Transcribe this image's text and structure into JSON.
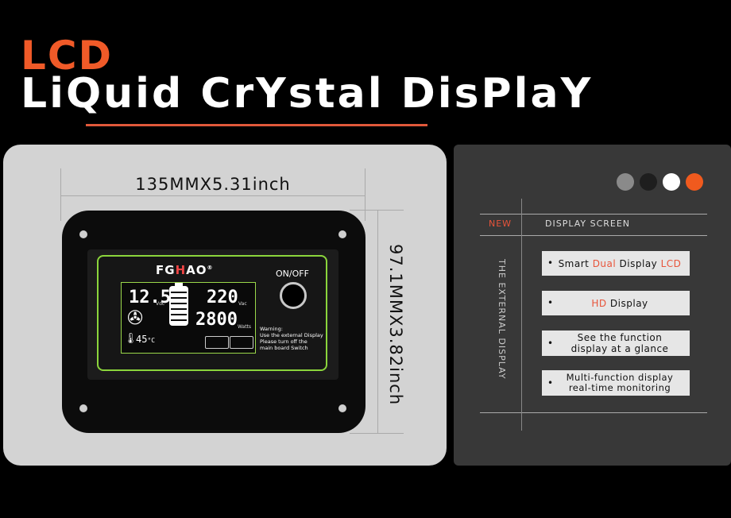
{
  "header": {
    "lcd_label": "LCD",
    "title": "LiQuid CrYstal DisPlaY"
  },
  "dimensions": {
    "width_label": "135MMX5.31inch",
    "height_label": "97.1MMX3.82inch"
  },
  "device": {
    "brand_prefix": "FG",
    "brand_h": "H",
    "brand_suffix": "AO",
    "brand_reg": "®",
    "onoff_label": "ON/OFF",
    "lcd": {
      "voltage_dc": "12.5",
      "voltage_dc_unit": "Vdc",
      "voltage_ac": "220",
      "voltage_ac_unit": "Vac",
      "watts": "2800",
      "watts_unit": "Watts",
      "temperature": "45",
      "temperature_unit": "°C"
    },
    "warning": {
      "line1": "Warning:",
      "line2": "Use the external Display",
      "line3": "Please turn off the",
      "line4": "main board Switch"
    }
  },
  "panel": {
    "swatch_colors": [
      "#8a8a8a",
      "#1e1e1e",
      "#ffffff",
      "#f05a1e"
    ],
    "new_label": "NEW",
    "section_label": "DISPLAY SCREEN",
    "vertical_label": "THE EXTERNAL DISPLAY",
    "features": [
      {
        "a": "Smart ",
        "b": "Dual",
        "c": " Display ",
        "d": "LCD"
      },
      {
        "a": "",
        "b": "HD",
        "c": " Display",
        "d": ""
      },
      {
        "line1": "See the function",
        "line2": "display at a glance"
      },
      {
        "line1": "Multi-function display",
        "line2": "real-time monitoring"
      }
    ]
  },
  "colors": {
    "accent": "#f05a28",
    "screen_border": "#8bd53c"
  }
}
